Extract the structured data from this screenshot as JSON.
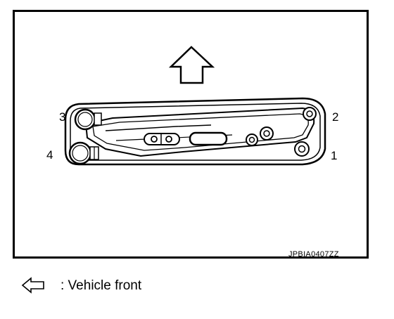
{
  "figure": {
    "callouts": [
      "1",
      "2",
      "3",
      "4"
    ],
    "reference_code": "JPBIA0407ZZ",
    "direction_icon": "up-arrow-icon"
  },
  "legend": {
    "icon": "left-arrow-outline-icon",
    "text": ": Vehicle front"
  }
}
